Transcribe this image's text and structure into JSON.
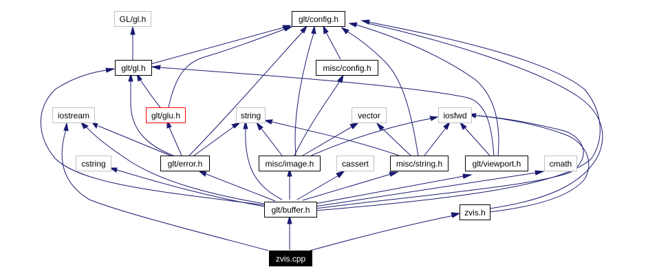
{
  "title": "zvis.cpp include dependency graph",
  "colors": {
    "edge": "#191970",
    "documented_border": "#000000",
    "undocumented_border": "#bfbfbf",
    "highlighted_border": "#ff0000",
    "root_fill": "#000000",
    "root_text": "#ffffff"
  },
  "nodes": [
    {
      "id": "gl_gl_h",
      "label": "GL/gl.h",
      "kind": "undocumented"
    },
    {
      "id": "glt_config_h",
      "label": "glt/config.h",
      "kind": "documented"
    },
    {
      "id": "glt_gl_h",
      "label": "glt/gl.h",
      "kind": "documented"
    },
    {
      "id": "misc_config_h",
      "label": "misc/config.h",
      "kind": "documented"
    },
    {
      "id": "iostream",
      "label": "iostream",
      "kind": "undocumented"
    },
    {
      "id": "glt_glu_h",
      "label": "glt/glu.h",
      "kind": "highlighted"
    },
    {
      "id": "string",
      "label": "string",
      "kind": "undocumented"
    },
    {
      "id": "vector",
      "label": "vector",
      "kind": "undocumented"
    },
    {
      "id": "iosfwd",
      "label": "iosfwd",
      "kind": "undocumented"
    },
    {
      "id": "cstring",
      "label": "cstring",
      "kind": "undocumented"
    },
    {
      "id": "glt_error_h",
      "label": "glt/error.h",
      "kind": "documented"
    },
    {
      "id": "misc_image_h",
      "label": "misc/image.h",
      "kind": "documented"
    },
    {
      "id": "cassert",
      "label": "cassert",
      "kind": "undocumented"
    },
    {
      "id": "misc_string_h",
      "label": "misc/string.h",
      "kind": "documented"
    },
    {
      "id": "glt_viewport_h",
      "label": "glt/viewport.h",
      "kind": "documented"
    },
    {
      "id": "cmath",
      "label": "cmath",
      "kind": "undocumented"
    },
    {
      "id": "glt_buffer_h",
      "label": "glt/buffer.h",
      "kind": "documented"
    },
    {
      "id": "zvis_h",
      "label": "zvis.h",
      "kind": "documented"
    },
    {
      "id": "zvis_cpp",
      "label": "zvis.cpp",
      "kind": "root"
    }
  ],
  "edges": [
    {
      "from": "zvis.cpp",
      "to": "glt/buffer.h"
    },
    {
      "from": "zvis.cpp",
      "to": "zvis.h"
    },
    {
      "from": "zvis.cpp",
      "to": "iostream"
    },
    {
      "from": "glt/buffer.h",
      "to": "glt/config.h"
    },
    {
      "from": "glt/buffer.h",
      "to": "glt/gl.h"
    },
    {
      "from": "glt/buffer.h",
      "to": "iostream"
    },
    {
      "from": "glt/buffer.h",
      "to": "cstring"
    },
    {
      "from": "glt/buffer.h",
      "to": "glt/error.h"
    },
    {
      "from": "glt/buffer.h",
      "to": "string"
    },
    {
      "from": "glt/buffer.h",
      "to": "misc/image.h"
    },
    {
      "from": "glt/buffer.h",
      "to": "cassert"
    },
    {
      "from": "glt/buffer.h",
      "to": "misc/string.h"
    },
    {
      "from": "glt/buffer.h",
      "to": "glt/viewport.h"
    },
    {
      "from": "glt/buffer.h",
      "to": "cmath"
    },
    {
      "from": "glt/buffer.h",
      "to": "iosfwd"
    },
    {
      "from": "glt/gl.h",
      "to": "glt/config.h"
    },
    {
      "from": "glt/gl.h",
      "to": "GL/gl.h"
    },
    {
      "from": "glt/glu.h",
      "to": "glt/config.h"
    },
    {
      "from": "glt/glu.h",
      "to": "glt/gl.h"
    },
    {
      "from": "glt/error.h",
      "to": "glt/config.h"
    },
    {
      "from": "glt/error.h",
      "to": "glt/gl.h"
    },
    {
      "from": "glt/error.h",
      "to": "glt/glu.h"
    },
    {
      "from": "glt/error.h",
      "to": "iostream"
    },
    {
      "from": "glt/error.h",
      "to": "string"
    },
    {
      "from": "misc/image.h",
      "to": "glt/config.h"
    },
    {
      "from": "misc/image.h",
      "to": "misc/config.h"
    },
    {
      "from": "misc/image.h",
      "to": "string"
    },
    {
      "from": "misc/image.h",
      "to": "vector"
    },
    {
      "from": "misc/image.h",
      "to": "iosfwd"
    },
    {
      "from": "misc/config.h",
      "to": "glt/config.h"
    },
    {
      "from": "misc/string.h",
      "to": "glt/config.h"
    },
    {
      "from": "misc/string.h",
      "to": "string"
    },
    {
      "from": "misc/string.h",
      "to": "vector"
    },
    {
      "from": "misc/string.h",
      "to": "iosfwd"
    },
    {
      "from": "glt/viewport.h",
      "to": "glt/config.h"
    },
    {
      "from": "glt/viewport.h",
      "to": "glt/gl.h"
    },
    {
      "from": "glt/viewport.h",
      "to": "iosfwd"
    },
    {
      "from": "zvis.h",
      "to": "glt/config.h"
    },
    {
      "from": "zvis.h",
      "to": "iosfwd"
    }
  ]
}
